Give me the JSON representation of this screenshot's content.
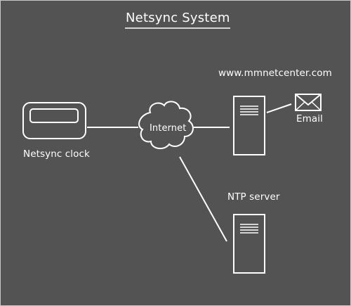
{
  "title": "Netsync System",
  "labels": {
    "clock": "Netsync clock",
    "internet": "Internet",
    "website": "www.mmnetcenter.com",
    "email": "Email",
    "ntp_server": "NTP server"
  },
  "colors": {
    "background": "#535353",
    "foreground": "#ffffff"
  },
  "icons": {
    "clock": "netsync-clock-icon",
    "cloud": "internet-cloud-icon",
    "web_server": "web-server-icon",
    "email": "envelope-icon",
    "ntp_server": "ntp-server-icon"
  }
}
